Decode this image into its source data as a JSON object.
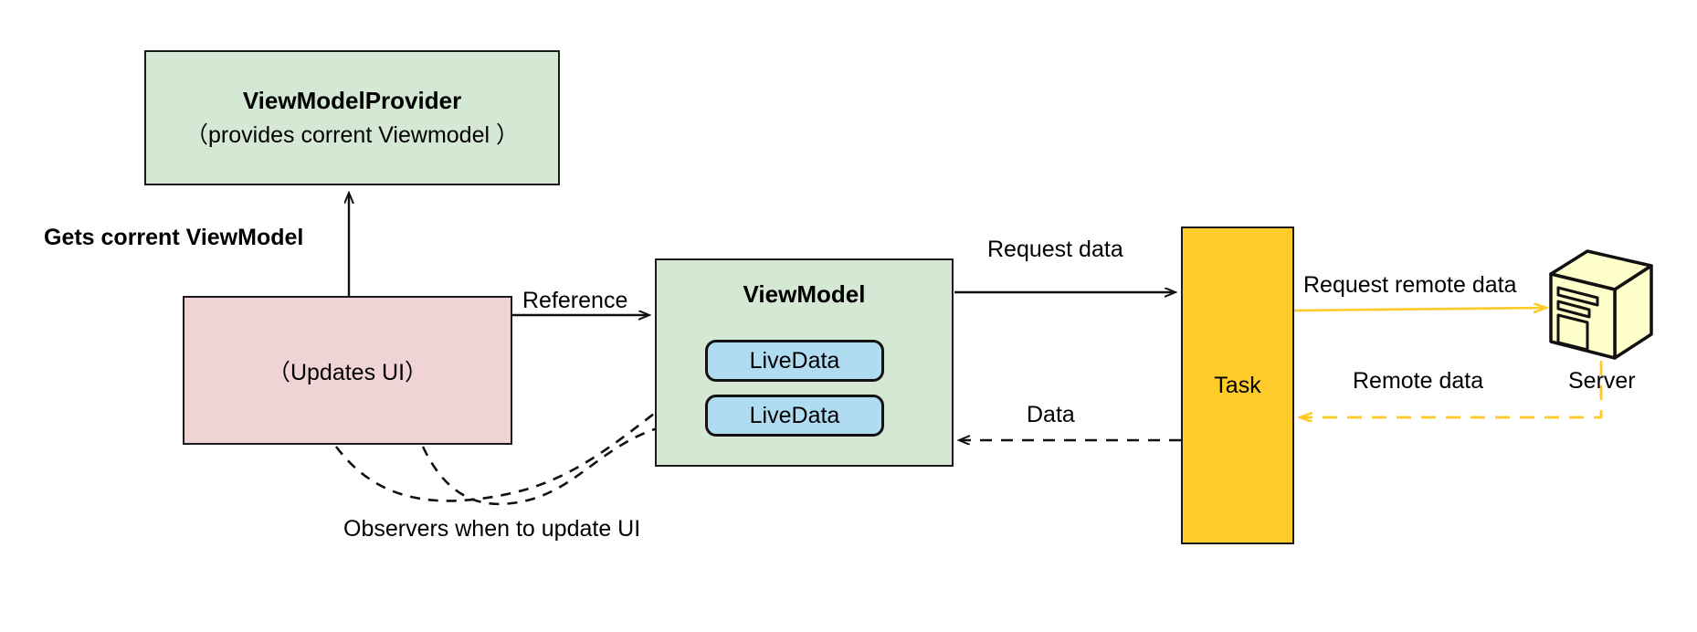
{
  "diagram": {
    "title": "Android ViewModel / LiveData architecture flow",
    "colors": {
      "green_fill": "#d5e8d4",
      "pink_fill": "#f0d3d4",
      "blue_fill": "#b0dcf2",
      "yellow_fill": "#ffcc2b",
      "server_fill": "#ffffcc",
      "stroke": "#1a1a1a",
      "accent_orange": "#ffc926"
    },
    "nodes": {
      "view_model_provider": {
        "title": "ViewModelProvider",
        "subtitle": "（provides corrent Viewmodel ）"
      },
      "ui": {
        "label": "（Updates UI）"
      },
      "view_model": {
        "title": "ViewModel",
        "livedata": [
          {
            "label": "LiveData"
          },
          {
            "label": "LiveData"
          }
        ]
      },
      "task": {
        "label": "Task"
      },
      "server": {
        "label": "Server",
        "icon": "server-tower-icon"
      }
    },
    "edges": [
      {
        "id": "gets-correct-viewmodel",
        "label": "Gets corrent ViewModel",
        "style": "solid",
        "bold_label": true
      },
      {
        "id": "reference",
        "label": "Reference",
        "style": "solid",
        "bold_label": false
      },
      {
        "id": "observers",
        "label": "Observers when to update UI",
        "style": "dashed",
        "bold_label": false
      },
      {
        "id": "request-data",
        "label": "Request data",
        "style": "solid",
        "bold_label": false
      },
      {
        "id": "data",
        "label": "Data",
        "style": "dashed",
        "bold_label": false
      },
      {
        "id": "request-remote-data",
        "label": "Request remote data",
        "style": "solid-orange",
        "bold_label": false
      },
      {
        "id": "remote-data",
        "label": "Remote data",
        "style": "dashed-orange",
        "bold_label": false
      }
    ]
  }
}
